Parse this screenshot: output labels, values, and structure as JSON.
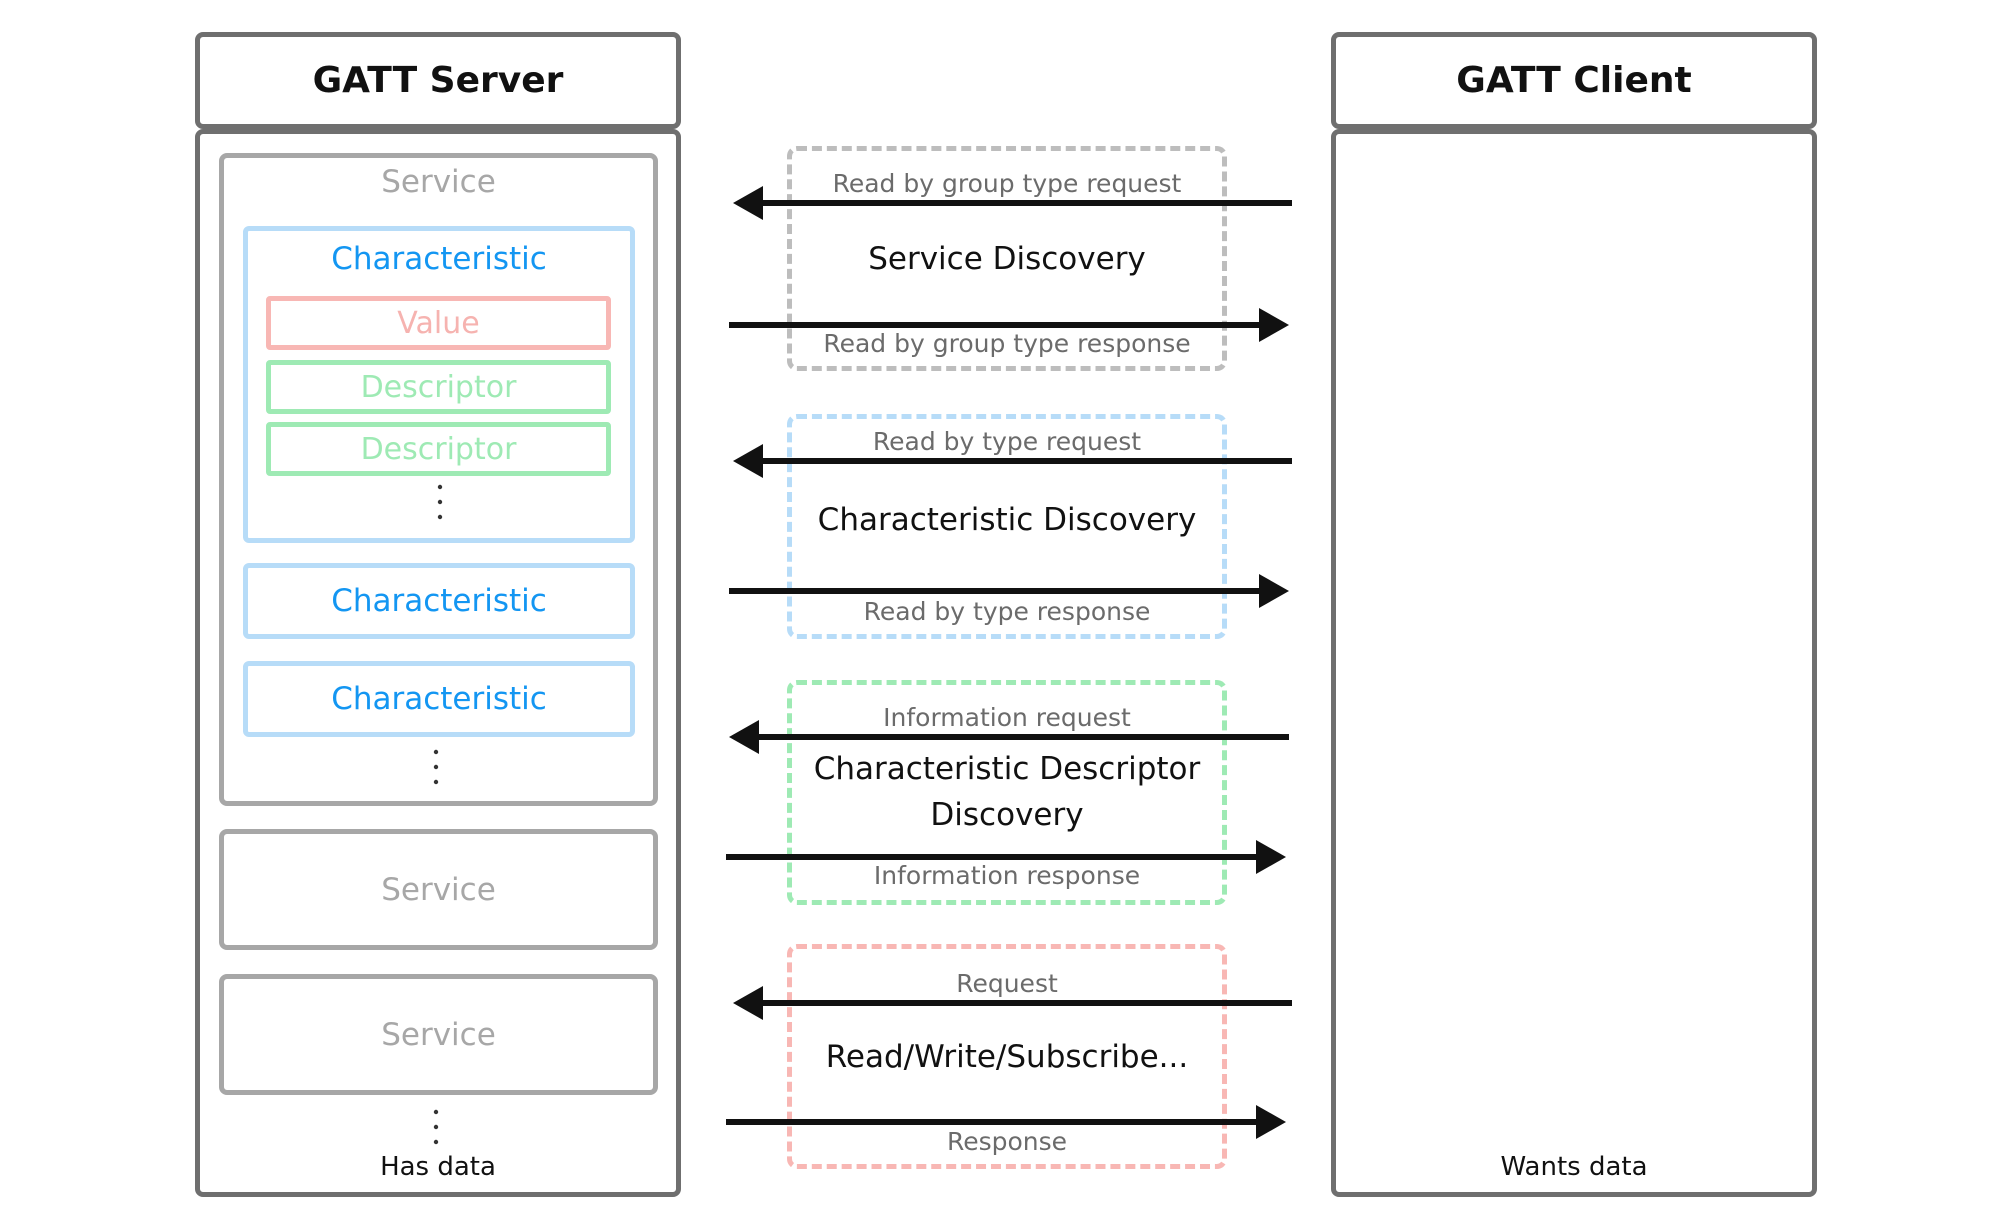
{
  "server": {
    "title": "GATT Server",
    "footer": "Has data",
    "service_label": "Service",
    "characteristic_label": "Characteristic",
    "value_label": "Value",
    "descriptor_label": "Descriptor",
    "extra_services": [
      "Service",
      "Service"
    ]
  },
  "client": {
    "title": "GATT Client",
    "footer": "Wants data"
  },
  "exchanges": [
    {
      "procedure": "Service Discovery",
      "request": "Read by group type request",
      "response": "Read by group type response",
      "color": "#bdbdbd"
    },
    {
      "procedure": "Characteristic Discovery",
      "request": "Read by type request",
      "response": "Read by type response",
      "color": "#b7dcf8"
    },
    {
      "procedure": "Characteristic Descriptor Discovery",
      "request": "Information request",
      "response": "Information response",
      "color": "#9eeab4"
    },
    {
      "procedure": "Read/Write/Subscribe...",
      "request": "Request",
      "response": "Response",
      "color": "#f8b7b4"
    }
  ],
  "colors": {
    "frame": "#6f6f6f",
    "service": "#a7a7a7",
    "characteristic_border": "#b7dcf8",
    "characteristic_text": "#1396f2",
    "value": "#f8b7b4",
    "descriptor": "#9eeab4",
    "arrow": "#111111"
  }
}
